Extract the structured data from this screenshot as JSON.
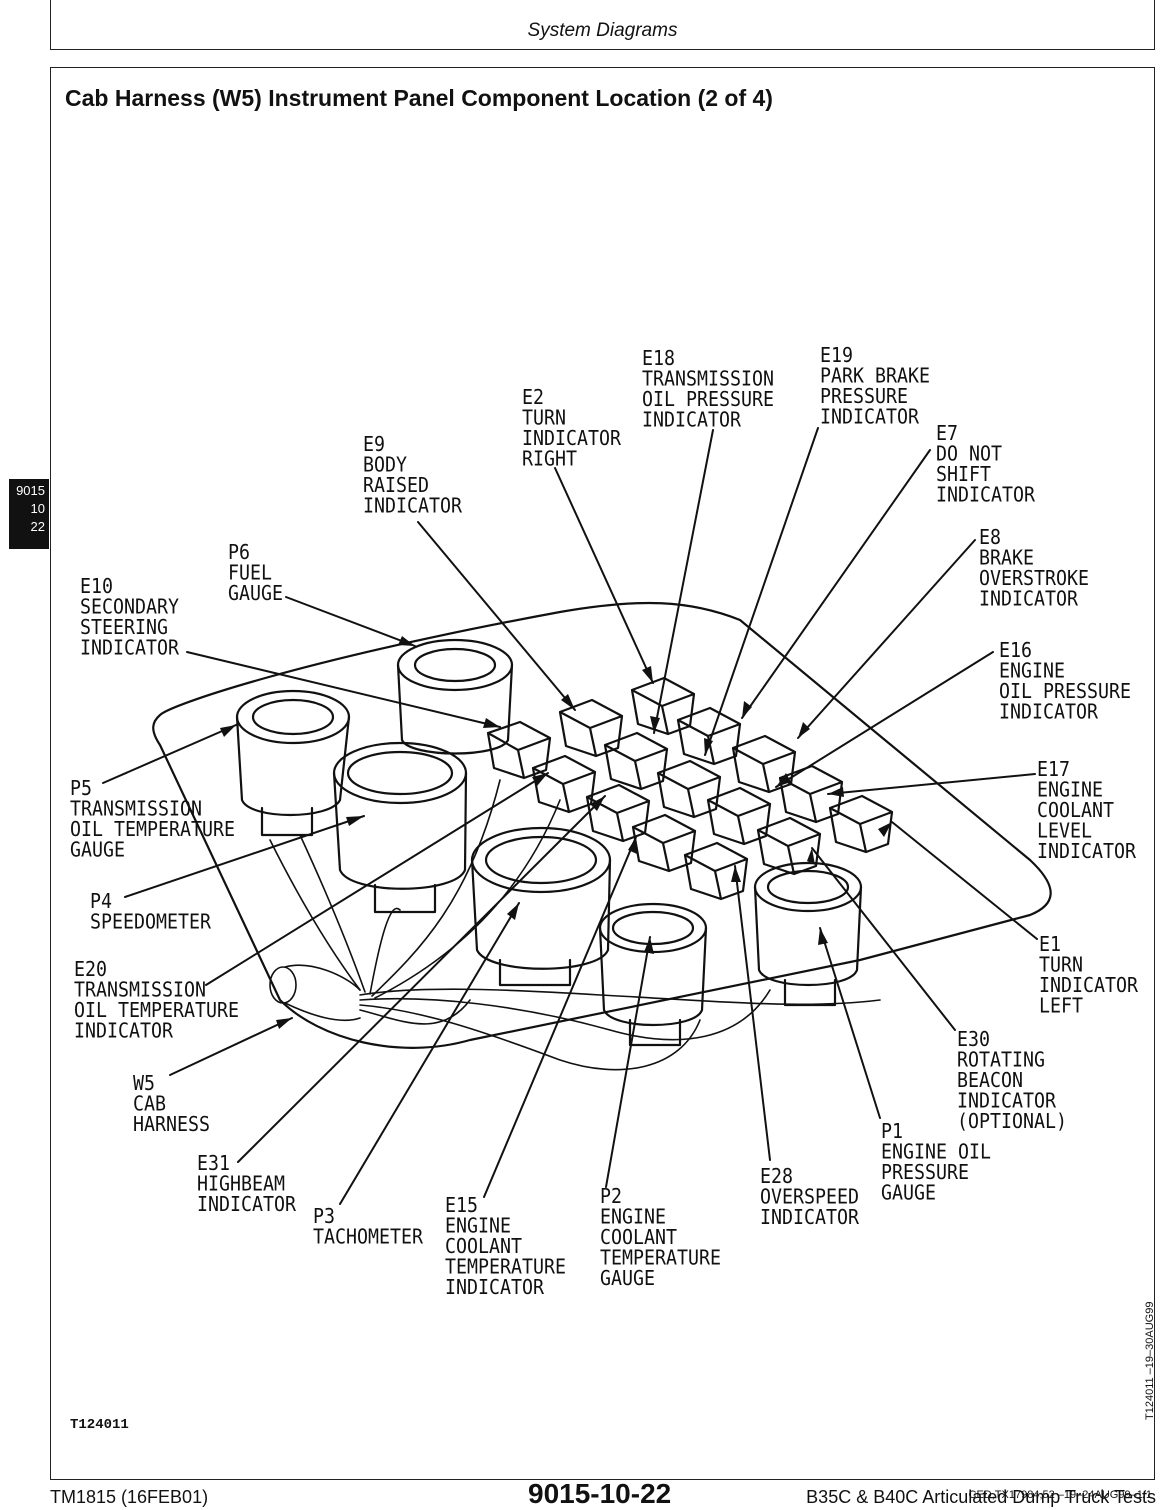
{
  "header": {
    "section": "System Diagrams"
  },
  "title": "Cab Harness (W5) Instrument Panel Component Location (2 of 4)",
  "side_tab": [
    "9015",
    "10",
    "22"
  ],
  "figure_id": "T124011",
  "vertical_ref": "T124011   –19–30AUG99",
  "ced_ref": "CED,TX17984,52   –19–24AUG99–1/1",
  "footer": {
    "manual": "TM1815 (16FEB01)",
    "page": "9015-10-22",
    "product": "B35C & B40C Articulated Dump Truck Tests"
  },
  "labels": {
    "e18": [
      "E18",
      "TRANSMISSION",
      "OIL PRESSURE",
      "INDICATOR"
    ],
    "e19": [
      "E19",
      "PARK BRAKE",
      "PRESSURE",
      "INDICATOR"
    ],
    "e2": [
      "E2",
      "TURN",
      "INDICATOR",
      "RIGHT"
    ],
    "e7": [
      "E7",
      "DO NOT",
      "SHIFT",
      "INDICATOR"
    ],
    "e9": [
      "E9",
      "BODY",
      "RAISED",
      "INDICATOR"
    ],
    "e8": [
      "E8",
      "BRAKE",
      "OVERSTROKE",
      "INDICATOR"
    ],
    "p6": [
      "P6",
      "FUEL",
      "GAUGE"
    ],
    "e10": [
      "E10",
      "SECONDARY",
      "STEERING",
      "INDICATOR"
    ],
    "e16": [
      "E16",
      "ENGINE",
      "OIL PRESSURE",
      "INDICATOR"
    ],
    "p5": [
      "P5",
      "TRANSMISSION",
      "OIL TEMPERATURE",
      "GAUGE"
    ],
    "e17": [
      "E17",
      "ENGINE",
      "COOLANT",
      "LEVEL",
      "INDICATOR"
    ],
    "p4": [
      "P4",
      "SPEEDOMETER"
    ],
    "e1": [
      "E1",
      "TURN",
      "INDICATOR",
      "LEFT"
    ],
    "e20": [
      "E20",
      "TRANSMISSION",
      "OIL TEMPERATURE",
      "INDICATOR"
    ],
    "e30": [
      "E30",
      "ROTATING",
      "BEACON",
      "INDICATOR",
      "(OPTIONAL)"
    ],
    "w5": [
      "W5",
      "CAB",
      "HARNESS"
    ],
    "p1": [
      "P1",
      "ENGINE OIL",
      "PRESSURE",
      "GAUGE"
    ],
    "e31": [
      "E31",
      "HIGHBEAM",
      "INDICATOR"
    ],
    "e28": [
      "E28",
      "OVERSPEED",
      "INDICATOR"
    ],
    "p3": [
      "P3",
      "TACHOMETER"
    ],
    "e15": [
      "E15",
      "ENGINE",
      "COOLANT",
      "TEMPERATURE",
      "INDICATOR"
    ],
    "p2": [
      "P2",
      "ENGINE",
      "COOLANT",
      "TEMPERATURE",
      "GAUGE"
    ]
  }
}
